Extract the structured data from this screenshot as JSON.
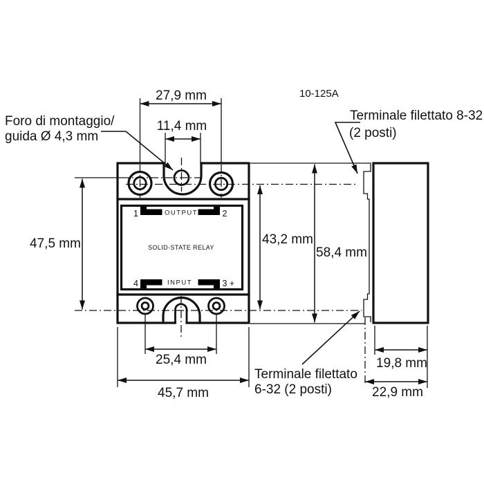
{
  "drawing": {
    "product_code": "10-125A",
    "colors": {
      "line": "#111111",
      "background": "#ffffff",
      "terminal_bar": "#000000"
    },
    "callouts": {
      "mounting_hole": {
        "line1": "Foro di montaggio/",
        "line2": "guida Ø 4,3 mm"
      },
      "top_terminal": {
        "line1": "Terminale filettato 8-32",
        "line2": "(2 posti)"
      },
      "bottom_terminal": {
        "line1": "Terminale filettato",
        "line2": "6-32 (2 posti)"
      }
    },
    "dimensions": {
      "top_hole_spacing": "27,9 mm",
      "top_slot_width": "11,4 mm",
      "mounting_hole_vertical_spacing": "47,5 mm",
      "terminal_vertical_span": "43,2 mm",
      "overall_height": "58,4 mm",
      "bottom_hole_spacing": "25,4 mm",
      "overall_width": "45,7 mm",
      "body_depth": "19,8 mm",
      "overall_depth": "22,9 mm"
    },
    "front_view": {
      "label_center": "SOLID-STATE RELAY",
      "label_output": "OUTPUT",
      "label_input": "INPUT",
      "terminal_1": "1",
      "terminal_2": "2",
      "terminal_3": "3 +",
      "terminal_4": "4"
    }
  }
}
